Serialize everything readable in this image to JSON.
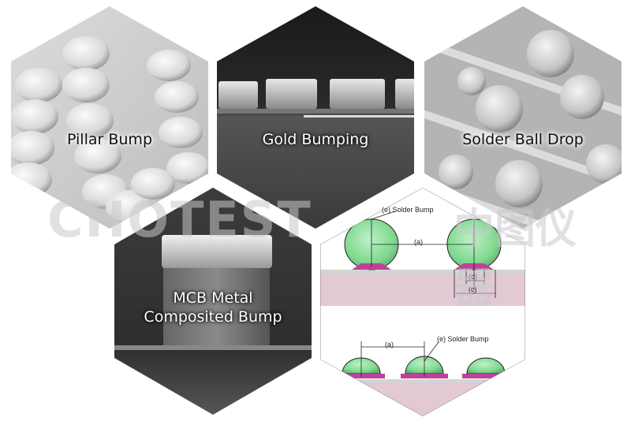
{
  "tiles": {
    "pillar": {
      "label": "Pillar Bump"
    },
    "gold": {
      "label": "Gold Bumping"
    },
    "solder_drop": {
      "label": "Solder Ball Drop"
    },
    "mcb": {
      "label_line1": "MCB Metal",
      "label_line2": "Composited Bump"
    }
  },
  "diagram": {
    "top_callout": "(e) Solder Bump",
    "top_pitch": "(a)",
    "dim_d": "(d)",
    "dim_c": "(c)",
    "bottom_pitch": "(a)",
    "bottom_callout": "(e) Solder Bump"
  },
  "watermark": {
    "brand_en": "CHOTEST",
    "brand_cn": "中图仪器"
  },
  "colors": {
    "background": "#ffffff",
    "bump_green": "#7fd98f",
    "substrate_pink": "#e3c9d3",
    "pad_magenta": "#c0409a"
  }
}
